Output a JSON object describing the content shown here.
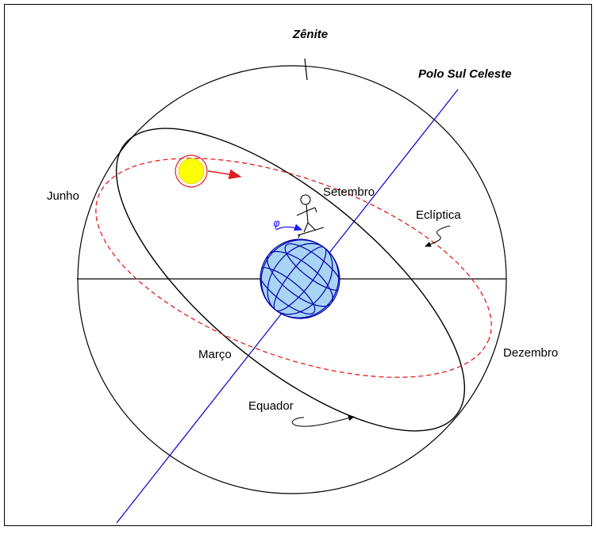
{
  "diagram": {
    "labels": {
      "zenith": "Zênite",
      "south_celestial_pole": "Polo Sul Celeste",
      "june": "Junho",
      "september": "Setembro",
      "ecliptic": "Eclíptica",
      "march": "Março",
      "december": "Dezembro",
      "equator": "Equador",
      "latitude_symbol": "φ"
    },
    "colors": {
      "frame": "#000000",
      "lines": "#000000",
      "polar_axis": "#0000cc",
      "ecliptic": "#e02020",
      "sun_fill": "#ffff00",
      "sun_ring": "#e02020",
      "earth_fill": "#a9d4f5",
      "earth_grid": "#0000aa",
      "latitude_arrow": "#1a1aff"
    },
    "icons": {
      "sun": "sun-icon",
      "earth": "earth-globe-icon",
      "observer": "stick-figure-observer-icon"
    }
  }
}
